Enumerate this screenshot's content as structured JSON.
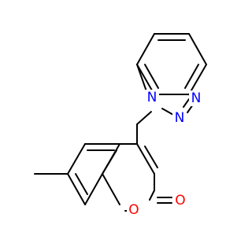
{
  "molecule": {
    "atoms": {
      "n1": {
        "label": "N",
        "color": "#0000ff"
      },
      "n2": {
        "label": "N",
        "color": "#0000ff"
      },
      "n3": {
        "label": "N",
        "color": "#0000ff"
      },
      "o_ring": {
        "label": "O",
        "color": "#ff0000"
      },
      "o_carbonyl": {
        "label": "O",
        "color": "#ff0000"
      }
    },
    "bond_color": "#000000",
    "background": "#ffffff"
  }
}
